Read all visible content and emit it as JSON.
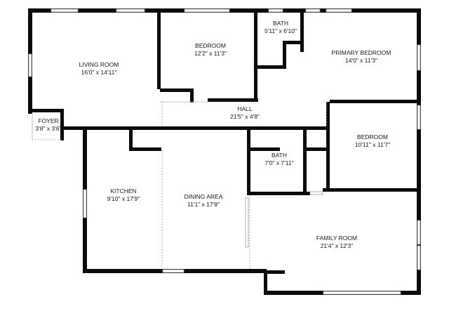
{
  "rooms": [
    {
      "key": "living",
      "name": "LIVING ROOM",
      "dims": "16'0\" x 14'11\""
    },
    {
      "key": "bedroom1",
      "name": "BEDROOM",
      "dims": "12'2\" x 11'3\""
    },
    {
      "key": "bath1",
      "name": "BATH",
      "dims": "5'11\" x 6'10\""
    },
    {
      "key": "primary",
      "name": "PRIMARY BEDROOM",
      "dims": "14'0\" x 11'3\""
    },
    {
      "key": "foyer",
      "name": "FOYER",
      "dims": "3'8\" x 3'6\""
    },
    {
      "key": "hall",
      "name": "HALL",
      "dims": "21'5\" x 4'8\""
    },
    {
      "key": "bath2",
      "name": "BATH",
      "dims": "7'0\" x 7'11\""
    },
    {
      "key": "bedroom2",
      "name": "BEDROOM",
      "dims": "10'11\" x 11'7\""
    },
    {
      "key": "kitchen",
      "name": "KITCHEN",
      "dims": "9'10\" x 17'9\""
    },
    {
      "key": "dining",
      "name": "DINING AREA",
      "dims": "11'1\" x 17'9\""
    },
    {
      "key": "family",
      "name": "FAMILY ROOM",
      "dims": "21'4\" x 12'3\""
    }
  ],
  "colors": {
    "wall": "#0b0b0b",
    "window": "#9a9a9a",
    "text": "#1a1a1a",
    "background": "#ffffff"
  }
}
